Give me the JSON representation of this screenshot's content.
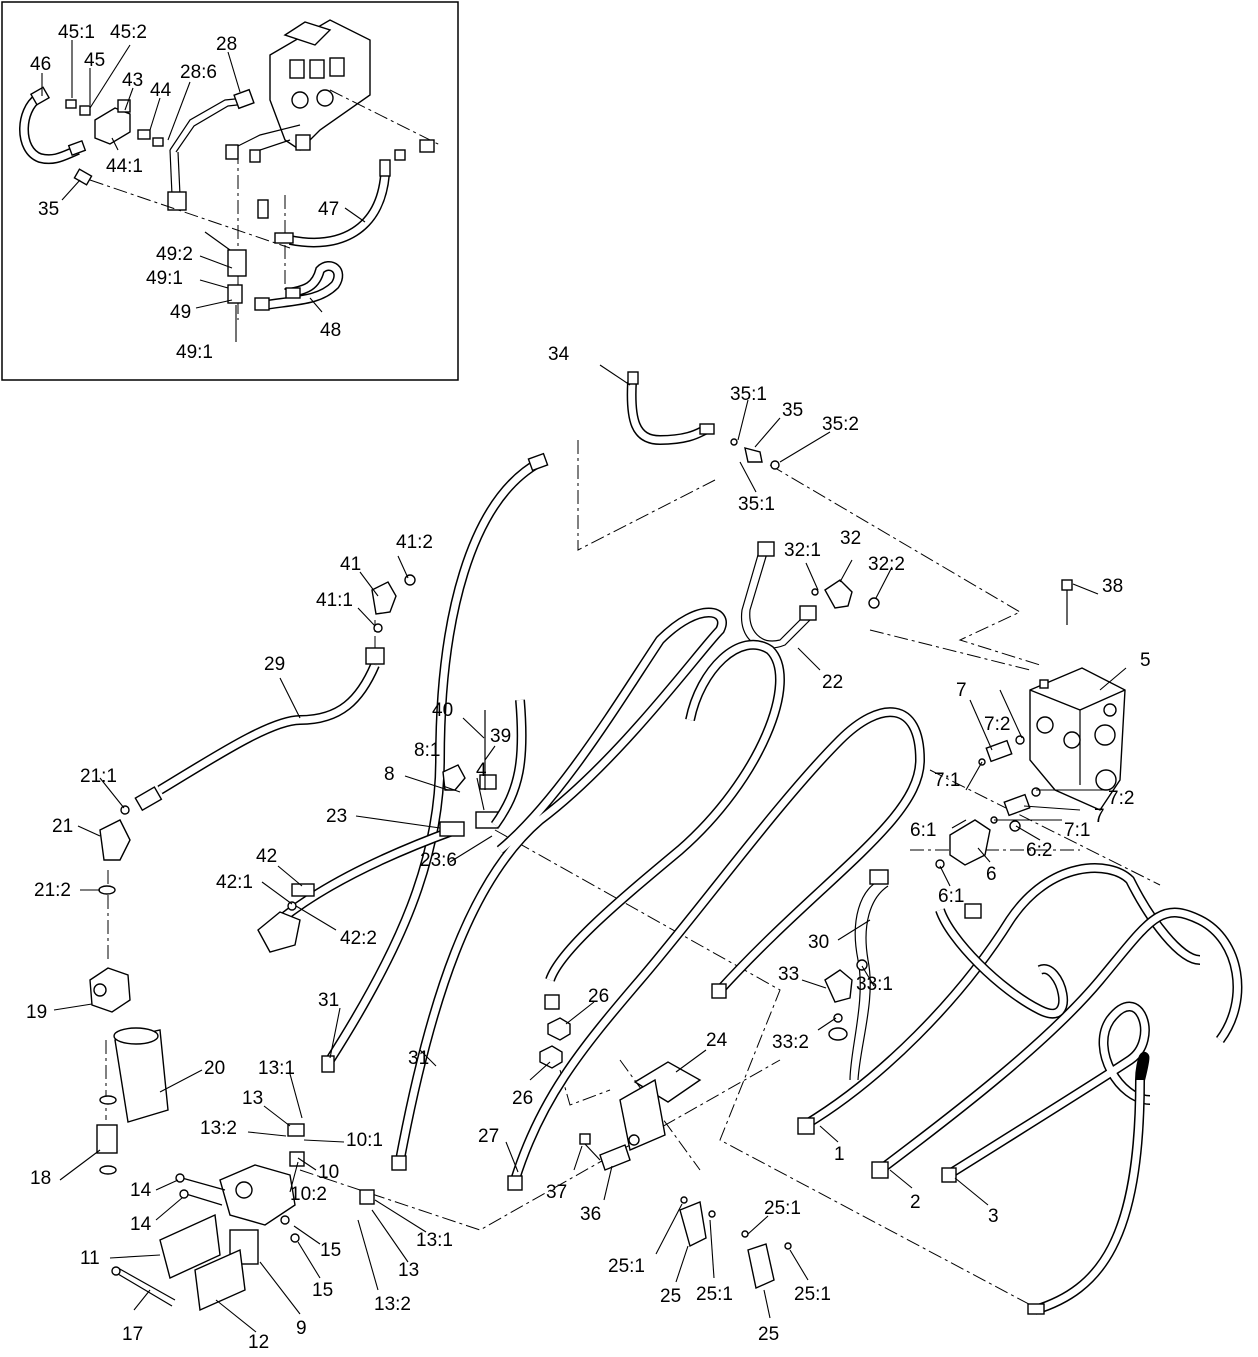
{
  "labels": {
    "inset": [
      "45:1",
      "45:2",
      "46",
      "45",
      "43",
      "28",
      "44",
      "28:6",
      "44:1",
      "35",
      "47",
      "49:2",
      "49:1",
      "49",
      "48",
      "49:1"
    ],
    "l34": "34",
    "l35_1a": "35:1",
    "l35": "35",
    "l35_2": "35:2",
    "l35_1b": "35:1",
    "l32_1": "32:1",
    "l32": "32",
    "l32_2": "32:2",
    "l38": "38",
    "l5": "5",
    "l22": "22",
    "l41_2": "41:2",
    "l41": "41",
    "l41_1": "41:1",
    "l29": "29",
    "l40": "40",
    "l39": "39",
    "l8_1": "8:1",
    "l8": "8",
    "l4": "4",
    "l7a": "7",
    "l7_2a": "7:2",
    "l7_1a": "7:1",
    "l7_2b": "7:2",
    "l7b": "7",
    "l7_1b": "7:1",
    "l6_1a": "6:1",
    "l6": "6",
    "l6_2": "6:2",
    "l6_1b": "6:1",
    "l21_1": "21:1",
    "l21": "21",
    "l23": "23",
    "l21_2": "21:2",
    "l23_6": "23:6",
    "l42": "42",
    "l42_1": "42:1",
    "l42_2": "42:2",
    "l30": "30",
    "l33": "33",
    "l33_1": "33:1",
    "l33_2": "33:2",
    "l19": "19",
    "l31a": "31",
    "l26a": "26",
    "l31b": "31",
    "l20": "20",
    "l26b": "26",
    "l24": "24",
    "l13_1a": "13:1",
    "l13a": "13",
    "l13_2a": "13:2",
    "l10_1": "10:1",
    "l10": "10",
    "l10_2": "10:2",
    "l18": "18",
    "l14a": "14",
    "l14b": "14",
    "l27": "27",
    "l37": "37",
    "l36": "36",
    "l1": "1",
    "l2": "2",
    "l3": "3",
    "l15a": "15",
    "l15b": "15",
    "l13_1b": "13:1",
    "l13b": "13",
    "l13_2b": "13:2",
    "l11": "11",
    "l17": "17",
    "l12": "12",
    "l9": "9",
    "l25_1a": "25:1",
    "l25_1b": "25:1",
    "l25_1c": "25:1",
    "l25_1d": "25:1",
    "l25a": "25",
    "l25b": "25"
  }
}
